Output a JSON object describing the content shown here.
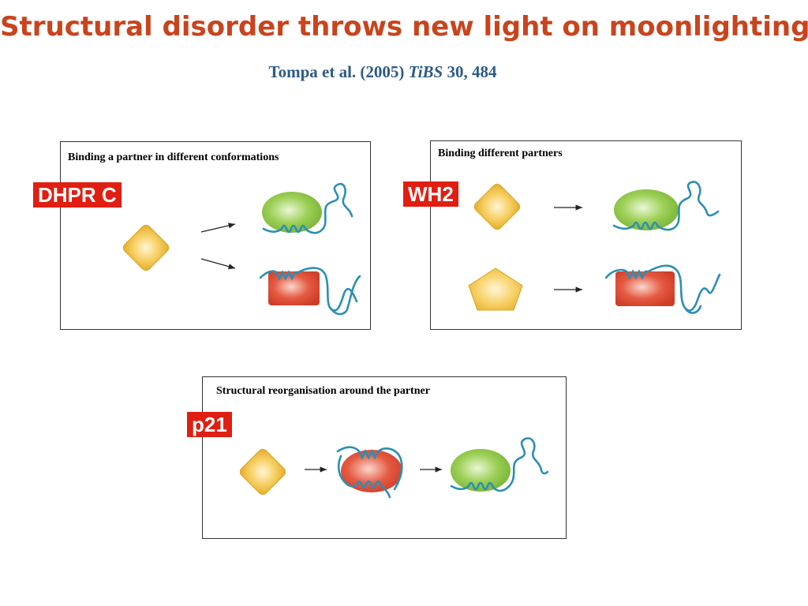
{
  "slide": {
    "title": "Structural disorder throws new light on moonlighting",
    "citation": {
      "authors": "Tompa et al. (2005)",
      "journal": "TiBS",
      "volume_pages": "30, 484"
    }
  },
  "panels": [
    {
      "title": "Binding a partner in different conformations",
      "protein_label": "DHPR C"
    },
    {
      "title": "Binding different partners",
      "protein_label": "WH2"
    },
    {
      "title": "Structural reorganisation around the partner",
      "protein_label": "p21"
    }
  ],
  "colors": {
    "title": "#c8441d",
    "citation": "#2d5a86",
    "label_bg": "#e01e12",
    "partner_yellow": "#f2c24a",
    "partner_green": "#8cc63f",
    "partner_red": "#e04a36",
    "disordered_chain": "#2a8fb5",
    "border": "#333333"
  }
}
